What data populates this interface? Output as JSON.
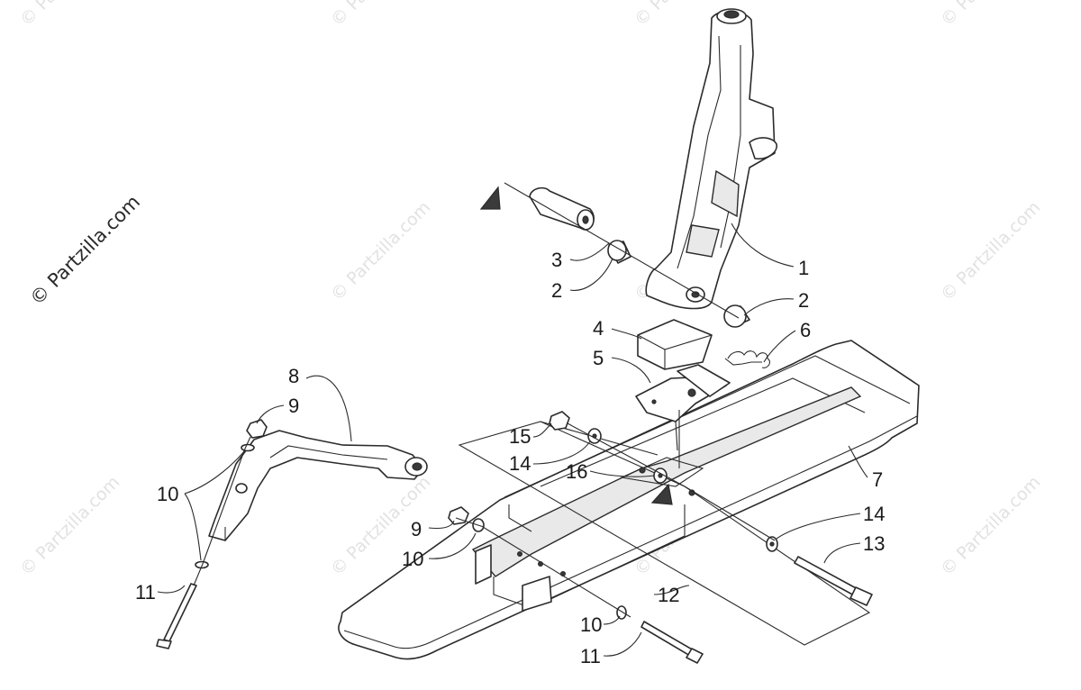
{
  "credit": "© Partzilla.com",
  "watermark": "© Partzilla.com",
  "callouts": {
    "c1": "1",
    "c2a": "2",
    "c2b": "2",
    "c3": "3",
    "c4": "4",
    "c5": "5",
    "c6": "6",
    "c7": "7",
    "c8": "8",
    "c9a": "9",
    "c9b": "9",
    "c10a": "10",
    "c10b": "10",
    "c10c": "10",
    "c11a": "11",
    "c11b": "11",
    "c12": "12",
    "c13": "13",
    "c14a": "14",
    "c14b": "14",
    "c15": "15",
    "c16": "16"
  }
}
